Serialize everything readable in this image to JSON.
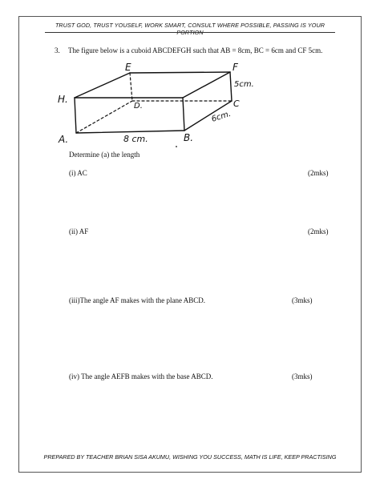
{
  "header": {
    "text": "TRUST GOD, TRUST YOUSELF, WORK SMART, CONSULT WHERE POSSIBLE, PASSING IS YOUR PORTION"
  },
  "question": {
    "number": "3.",
    "text": "The figure below is a cuboid ABCDEFGH such that AB = 8cm, BC  = 6cm and CF 5cm.",
    "figure_labels": {
      "A": "A.",
      "B": "B.",
      "C": "C",
      "D": "D.",
      "E": "E",
      "F": "F",
      "H": "H.",
      "ab": "8 cm.",
      "bc": "6cm.",
      "cf": "5cm."
    },
    "prompt": "Determine (a) the length",
    "parts": [
      {
        "label": "(i) AC",
        "marks": "(2mks)"
      },
      {
        "label": "(ii) AF",
        "marks": "(2mks)"
      },
      {
        "label": "(iii)The angle AF makes with the plane ABCD.",
        "marks": "(3mks)"
      },
      {
        "label": "(iv) The angle AEFB makes with the base ABCD.",
        "marks": "(3mks)"
      }
    ]
  },
  "footer": {
    "text": "PREPARED BY TEACHER BRIAN SISA AKUMU, WISHING YOU SUCCESS, MATH IS LIFE, KEEP PRACTISING"
  }
}
